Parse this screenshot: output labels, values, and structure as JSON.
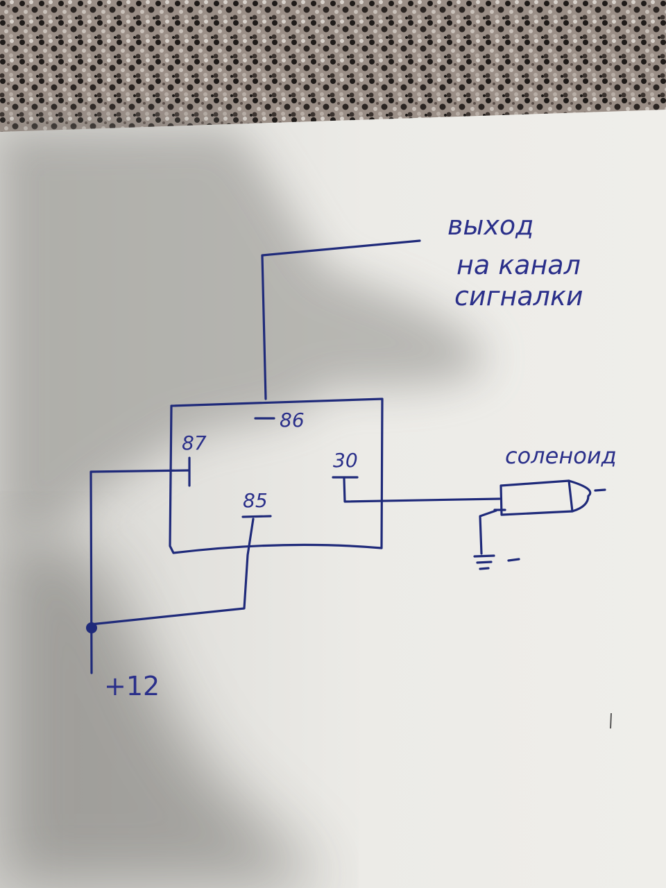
{
  "diagram": {
    "note_lines": [
      "выход",
      "на канал",
      "сигналки"
    ],
    "relay_pins": {
      "pin86": "86",
      "pin87": "87",
      "pin30": "30",
      "pin85": "85"
    },
    "solenoid_label": "соленоид",
    "solenoid_minus": "-",
    "ground_minus": "-",
    "supply_label": "+12"
  },
  "colors": {
    "ink": "#1f2a7a",
    "paper": "#e9e8e4",
    "countertop": "#8a7f77"
  }
}
